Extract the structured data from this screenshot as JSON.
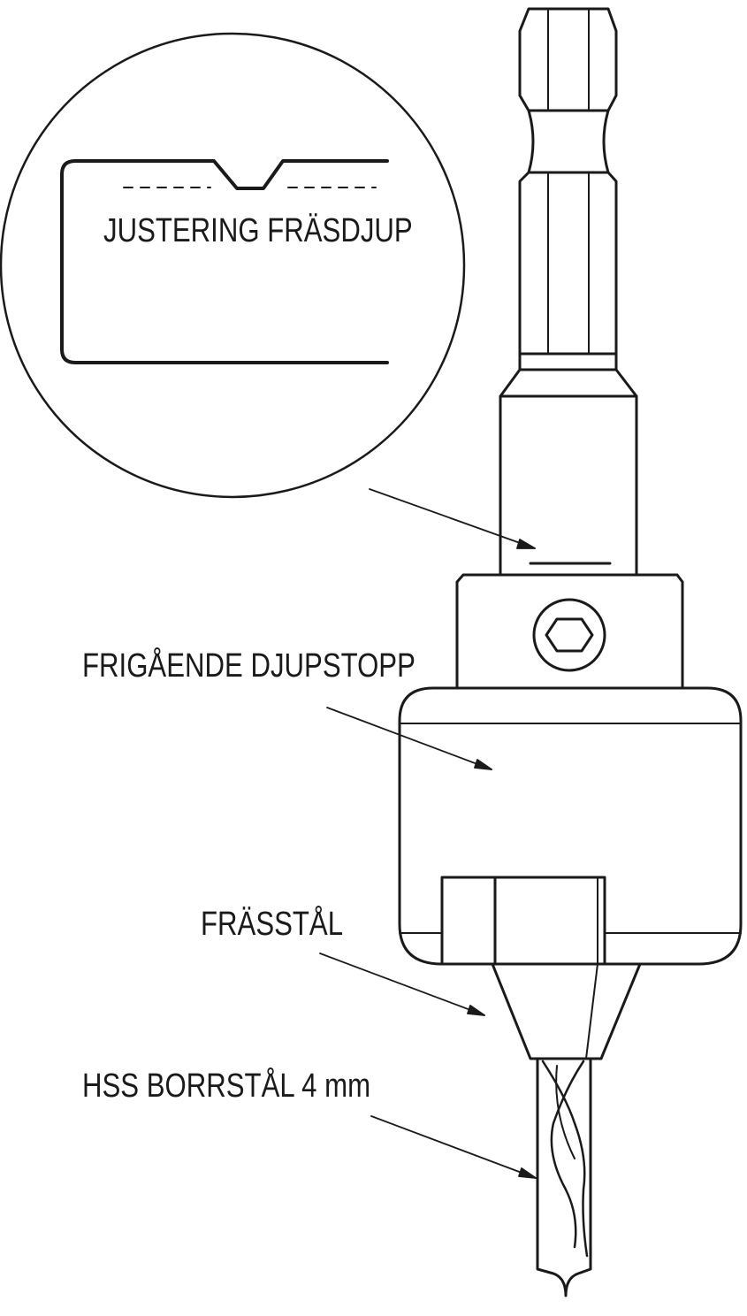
{
  "labels": {
    "depth_adjust": "JUSTERING FRÄSDJUP",
    "depth_stop": "FRIGÅENDE DJUPSTOPP",
    "cutter": "FRÄSSTÅL",
    "drill": "HSS BORRSTÅL 4 mm"
  },
  "colors": {
    "line": "#1a1a1a",
    "background": "#ffffff"
  }
}
